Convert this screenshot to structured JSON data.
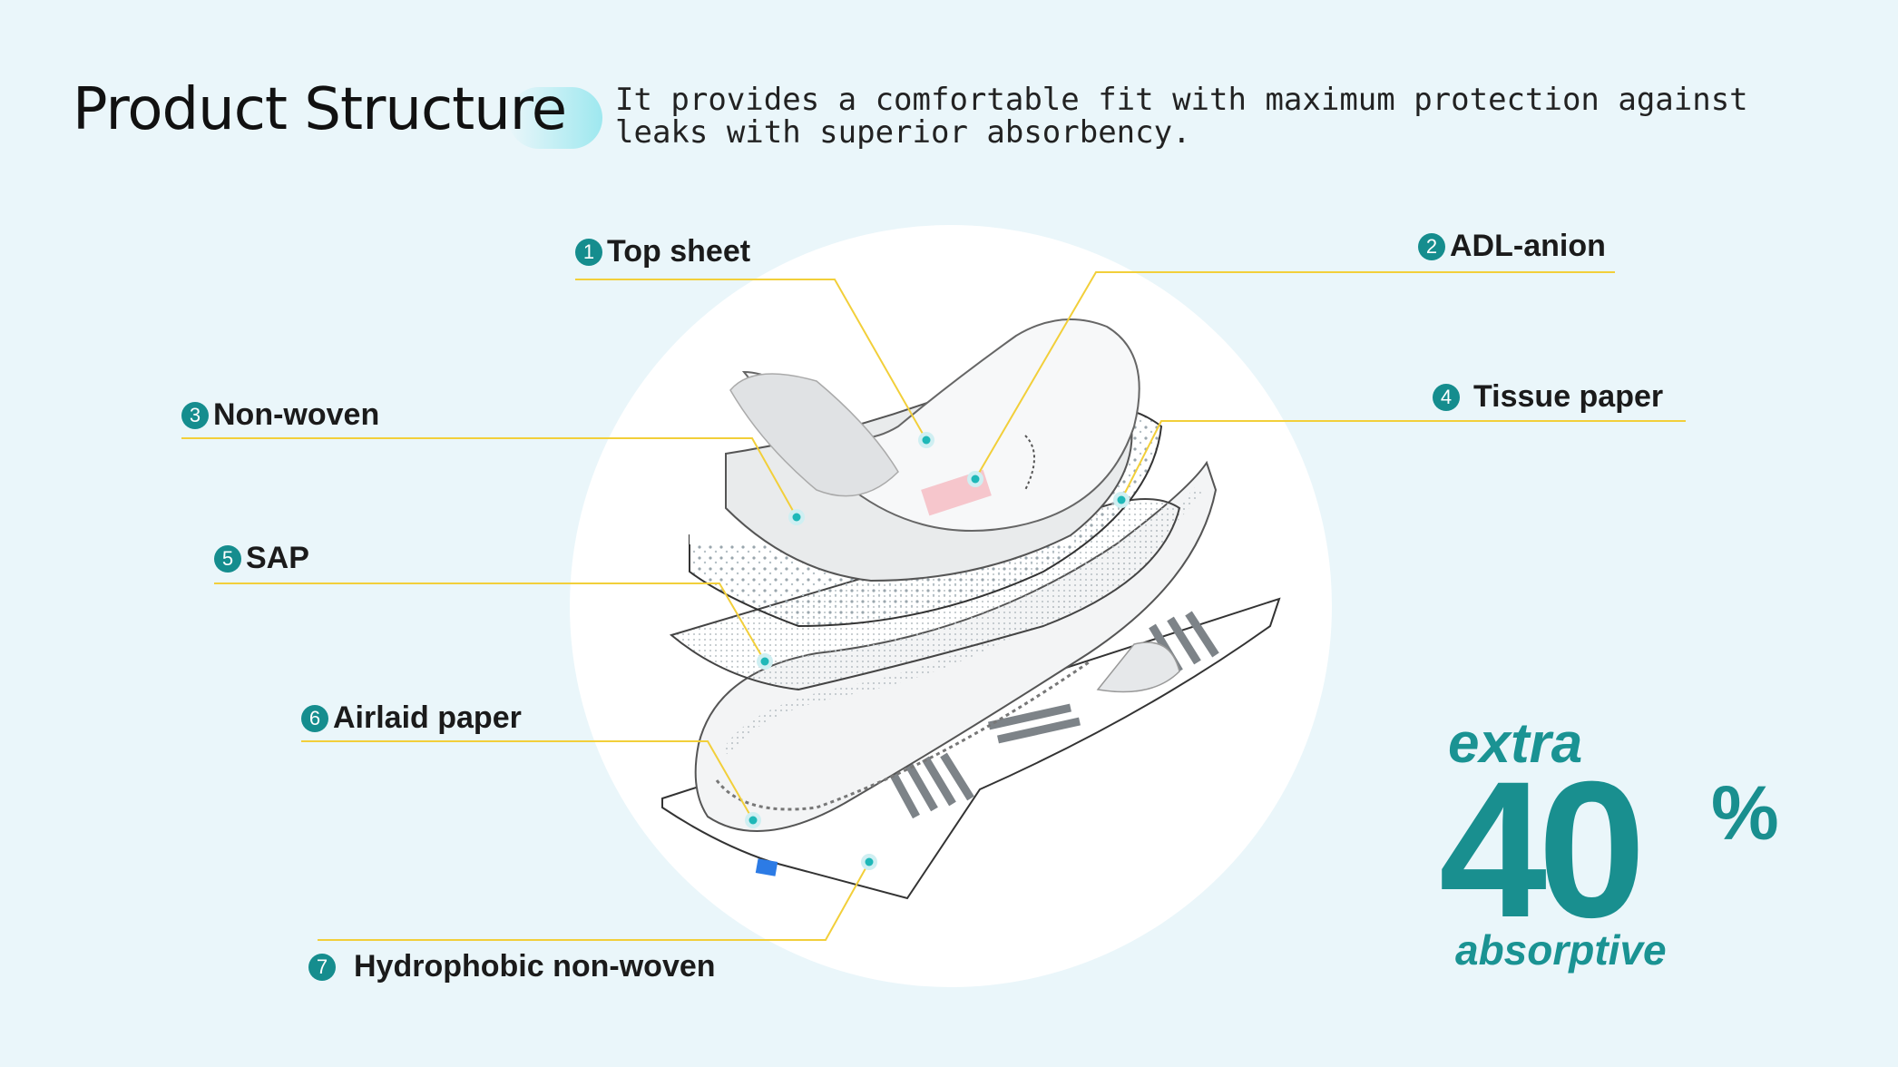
{
  "header": {
    "title": "Product Structure",
    "description": "It provides a comfortable fit with maximum protection against leaks with superior absorbency."
  },
  "layers": [
    {
      "number": "1",
      "label": "Top sheet"
    },
    {
      "number": "2",
      "label": "ADL-anion"
    },
    {
      "number": "3",
      "label": "Non-woven"
    },
    {
      "number": "4",
      "label": "Tissue paper"
    },
    {
      "number": "5",
      "label": "SAP"
    },
    {
      "number": "6",
      "label": "Airlaid paper"
    },
    {
      "number": "7",
      "label": "Hydrophobic non-woven"
    }
  ],
  "badge": {
    "top_word": "extra",
    "number": "40",
    "unit": "%",
    "bottom_word": "absorptive"
  },
  "colors": {
    "background": "#eaf6fa",
    "accent_teal": "#158d8e",
    "leader_line": "#f2cf3a",
    "marker_dot": "#1fb8b8"
  }
}
